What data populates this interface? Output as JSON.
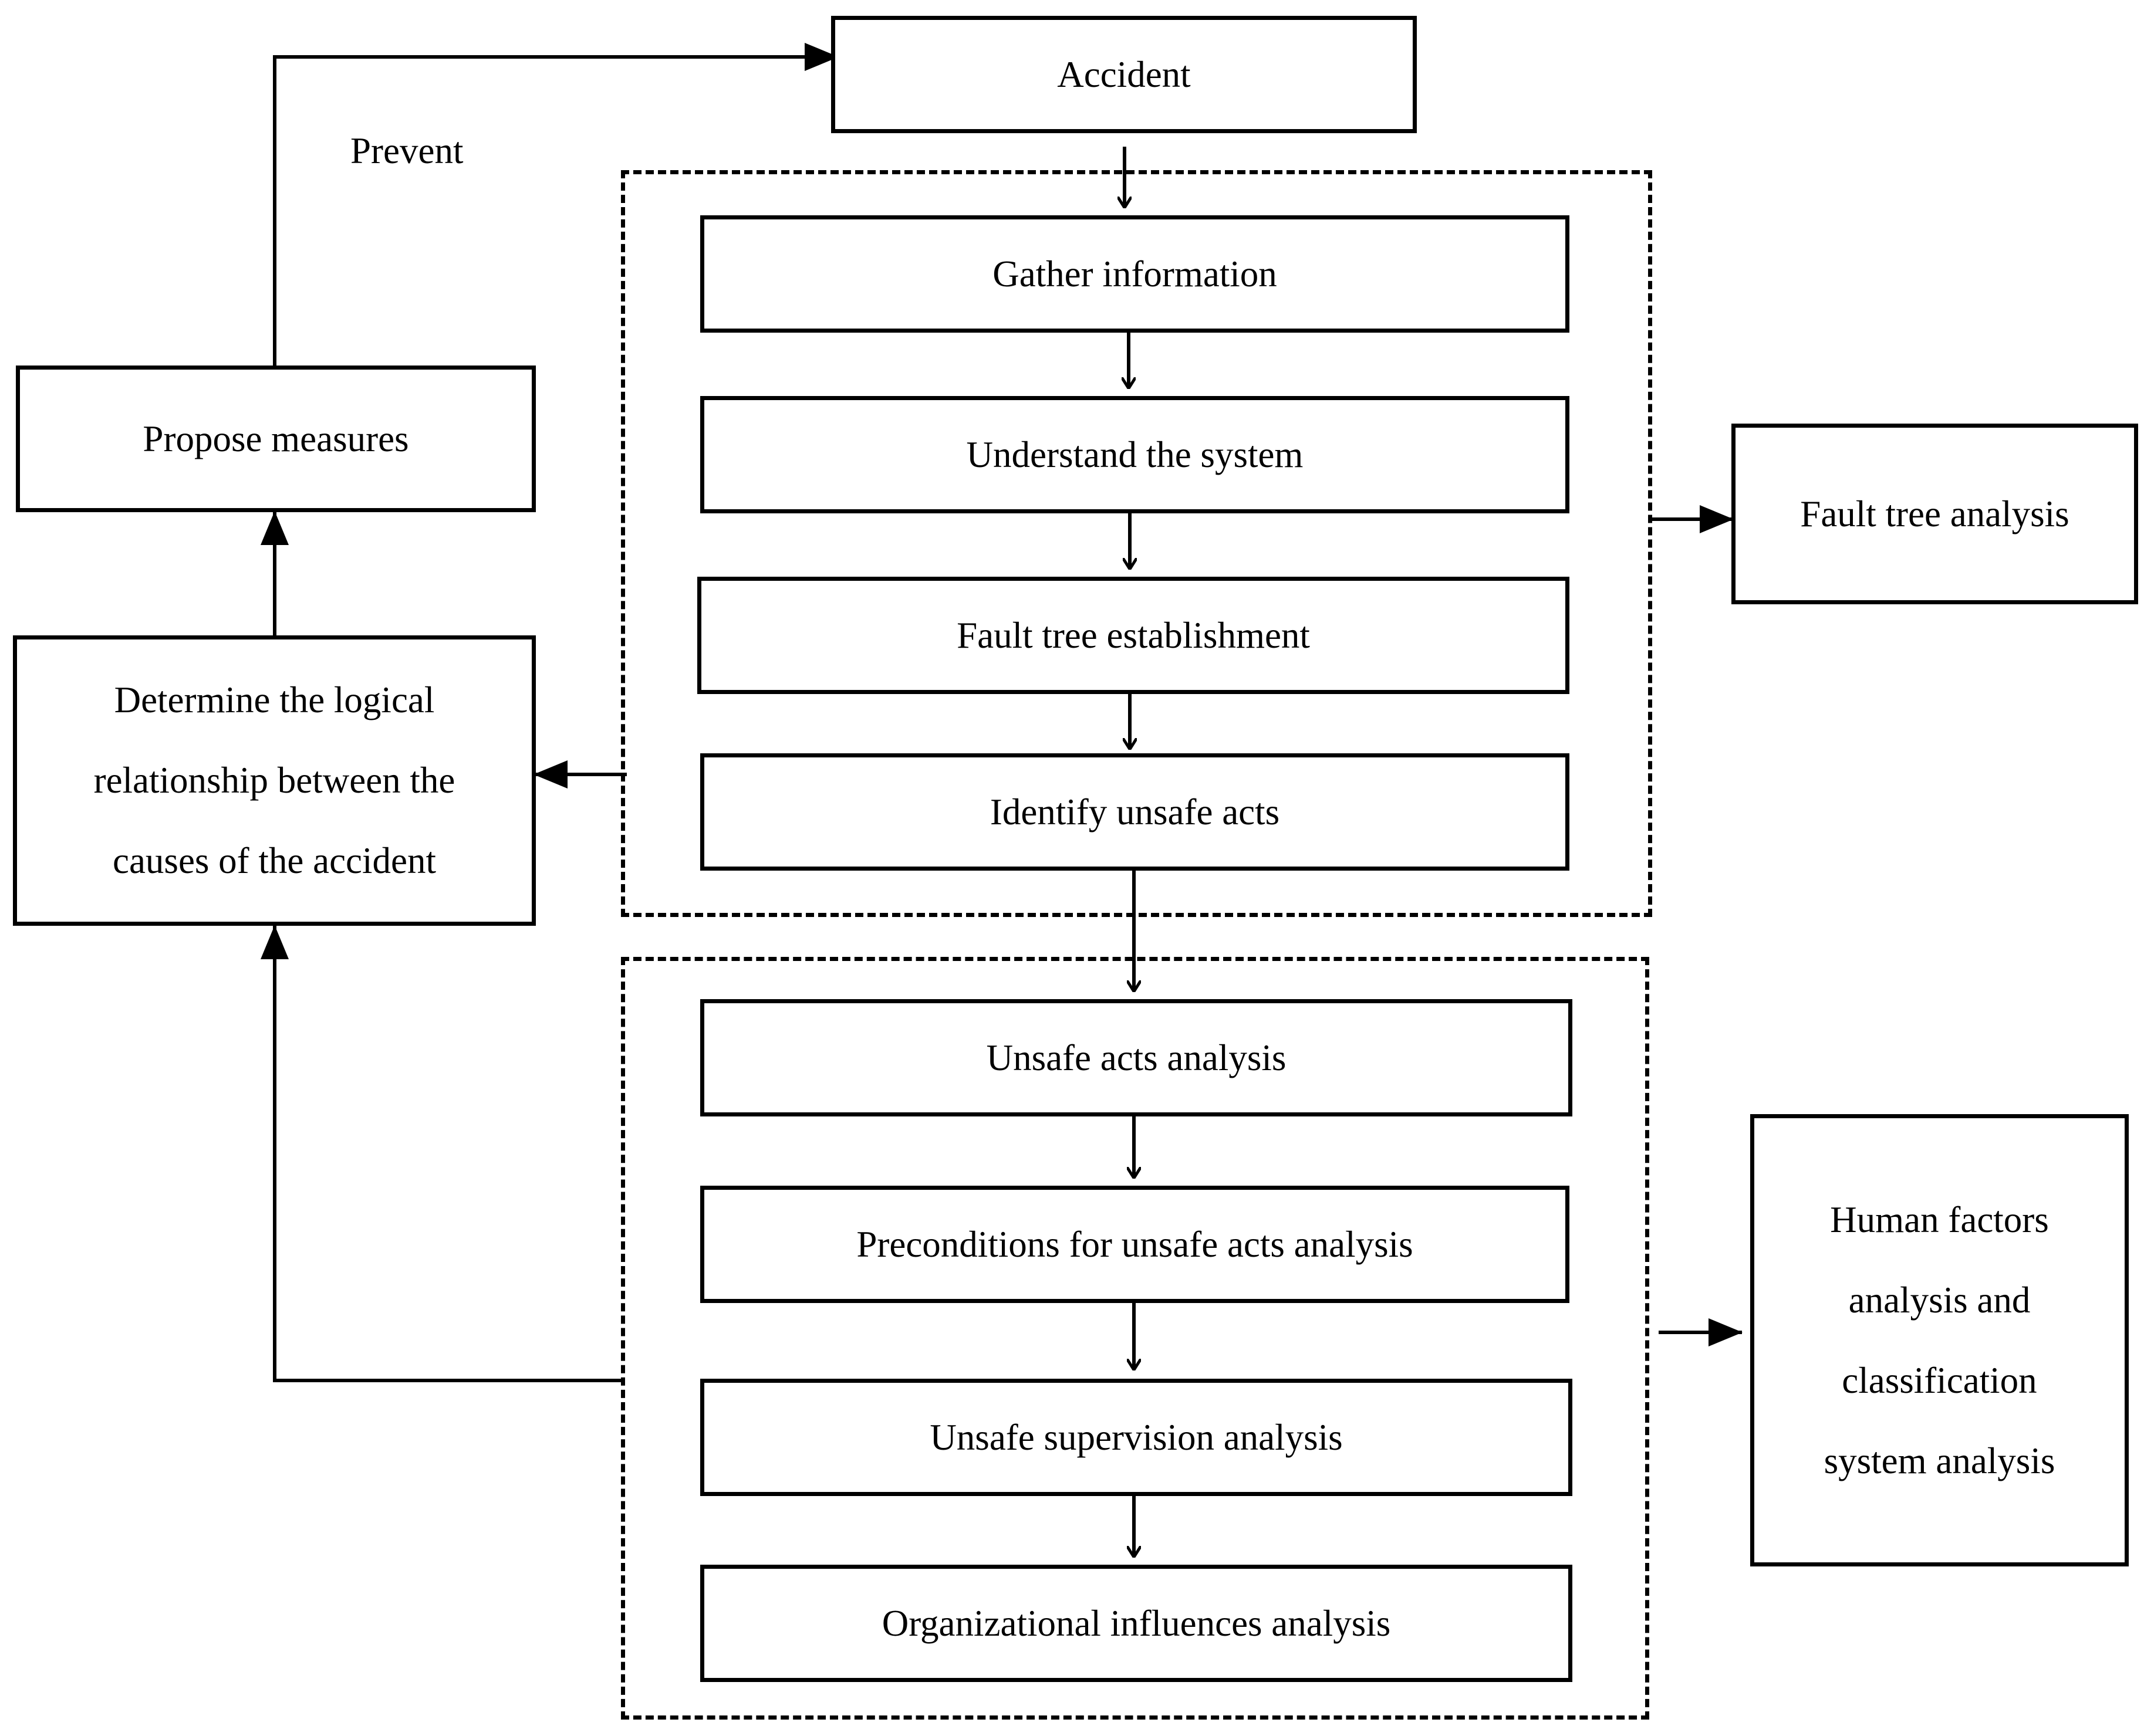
{
  "diagram": {
    "title": "",
    "nodes": {
      "accident": "Accident",
      "gather_information": "Gather information",
      "understand_system": "Understand the system",
      "fault_tree_establishment": "Fault tree establishment",
      "identify_unsafe_acts": "Identify unsafe acts",
      "unsafe_acts_analysis": "Unsafe acts analysis",
      "preconditions_analysis": "Preconditions for unsafe acts analysis",
      "unsafe_supervision_analysis": "Unsafe supervision analysis",
      "organizational_influences_analysis": "Organizational influences analysis",
      "propose_measures": "Propose measures",
      "determine_relationship": "Determine the logical\nrelationship between the\ncauses of the accident",
      "fault_tree_analysis": "Fault tree analysis",
      "hfacs_analysis": "Human factors\nanalysis and\nclassification\nsystem analysis"
    },
    "edge_labels": {
      "prevent": "Prevent"
    },
    "groups": [
      {
        "name": "fault-tree-group",
        "members": [
          "gather_information",
          "understand_system",
          "fault_tree_establishment",
          "identify_unsafe_acts"
        ],
        "links_to": "fault_tree_analysis"
      },
      {
        "name": "hfacs-group",
        "members": [
          "unsafe_acts_analysis",
          "preconditions_analysis",
          "unsafe_supervision_analysis",
          "organizational_influences_analysis"
        ],
        "links_to": "hfacs_analysis"
      }
    ],
    "edges": [
      {
        "from": "accident",
        "to": "gather_information",
        "style": "open-arrow"
      },
      {
        "from": "gather_information",
        "to": "understand_system",
        "style": "open-arrow"
      },
      {
        "from": "understand_system",
        "to": "fault_tree_establishment",
        "style": "open-arrow"
      },
      {
        "from": "fault_tree_establishment",
        "to": "identify_unsafe_acts",
        "style": "open-arrow"
      },
      {
        "from": "identify_unsafe_acts",
        "to": "unsafe_acts_analysis",
        "style": "open-arrow"
      },
      {
        "from": "unsafe_acts_analysis",
        "to": "preconditions_analysis",
        "style": "open-arrow"
      },
      {
        "from": "preconditions_analysis",
        "to": "unsafe_supervision_analysis",
        "style": "open-arrow"
      },
      {
        "from": "unsafe_supervision_analysis",
        "to": "organizational_influences_analysis",
        "style": "open-arrow"
      },
      {
        "from": "fault-tree-group",
        "to": "fault_tree_analysis",
        "style": "filled-arrow"
      },
      {
        "from": "hfacs-group",
        "to": "hfacs_analysis",
        "style": "filled-arrow"
      },
      {
        "from": "fault-tree-group",
        "to": "determine_relationship",
        "style": "filled-arrow"
      },
      {
        "from": "hfacs-group",
        "to": "determine_relationship",
        "style": "filled-arrow"
      },
      {
        "from": "determine_relationship",
        "to": "propose_measures",
        "style": "filled-arrow"
      },
      {
        "from": "propose_measures",
        "to": "accident",
        "style": "filled-arrow",
        "label": "prevent"
      }
    ]
  }
}
